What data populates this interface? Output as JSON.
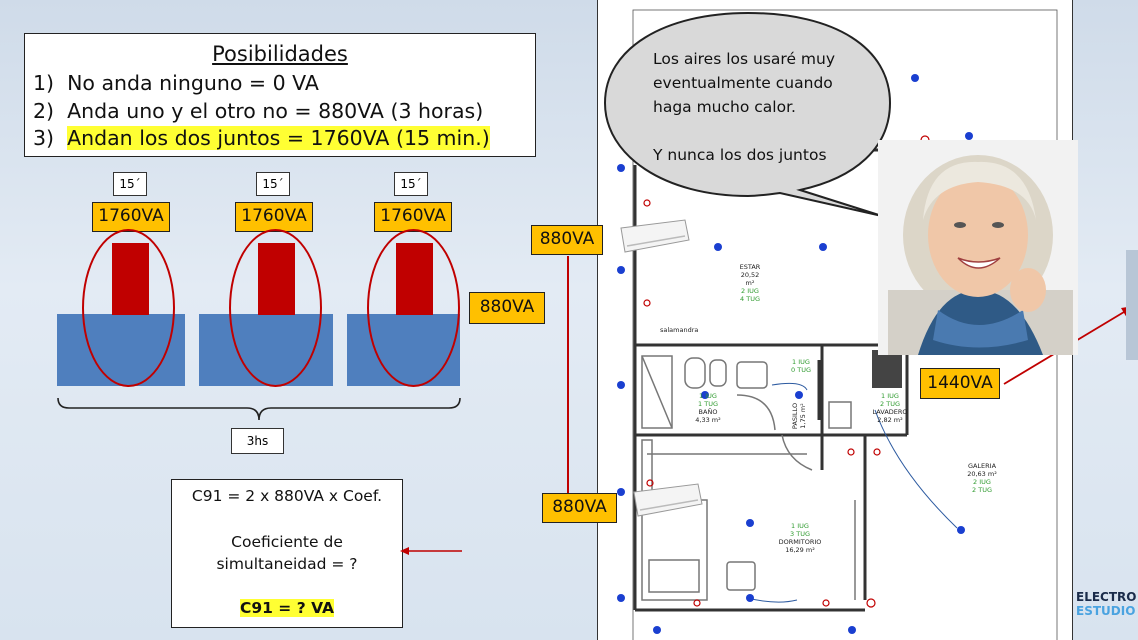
{
  "posibilidades": {
    "title": "Posibilidades",
    "items": [
      {
        "num": "1)",
        "text": "No anda ninguno = 0 VA"
      },
      {
        "num": "2)",
        "text": "Anda uno y el otro no = 880VA (3 horas)"
      },
      {
        "num": "3)",
        "text": "Andan los dos juntos = 1760VA (15 min.)"
      }
    ]
  },
  "diagram": {
    "time_label": "15´",
    "peak_label": "1760VA",
    "base_label": "880VA",
    "brace_label": "3hs"
  },
  "c91": {
    "formula": "C91 = 2 x 880VA x Coef.",
    "coef_line1": "Coeficiente de",
    "coef_line2": "simultaneidad  = ?",
    "result": "C91 = ? VA"
  },
  "speech": {
    "line1": "Los aires los usaré muy",
    "line2": "eventualmente cuando",
    "line3": "haga mucho calor.",
    "line4": "Y nunca los dos juntos"
  },
  "plan_labels": {
    "ac_top": "880VA",
    "ac_bottom": "880VA",
    "other": "1440VA"
  },
  "floorplan": {
    "estar": {
      "name": "ESTAR",
      "area": "20,52 m²",
      "iug": "2 IUG",
      "tug": "4 TUG"
    },
    "bano": {
      "name": "BAÑO",
      "area": "4,33 m²",
      "iug": "1 IUG",
      "tug": "1 TUG"
    },
    "pasillo": {
      "name": "PASILLO",
      "area": "1,75 m²"
    },
    "cocina": {
      "iug": "1 IUG",
      "tug": "0 TUG"
    },
    "lavadero": {
      "name": "LAVADERO",
      "area": "2,82 m²",
      "iug": "1 IUG",
      "tug": "2 TUG"
    },
    "dormitorio": {
      "name": "DORMITORIO",
      "area": "16,29 m²",
      "iug": "1 IUG",
      "tug": "3 TUG"
    },
    "galeria": {
      "name": "GALERIA",
      "area": "20,63 m²",
      "iug": "2 IUG",
      "tug": "2 TUG"
    },
    "salamandra": "salamandra"
  },
  "logo": {
    "line1": "ELECTRO",
    "line2": "ESTUDIO"
  },
  "colors": {
    "orange": "#ffc000",
    "red": "#c00000",
    "blue": "#4f7fbe",
    "highlight": "#ffff33"
  }
}
